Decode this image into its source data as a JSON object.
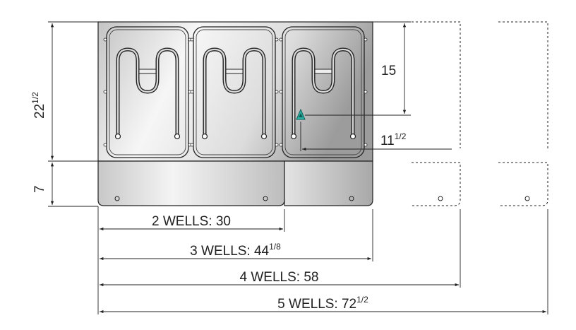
{
  "drawing": {
    "height_main": {
      "whole": "22",
      "frac": "1/2"
    },
    "height_front": "7",
    "element_depth": "15",
    "element_offset": {
      "whole": "11",
      "frac": "1/2"
    },
    "widths": [
      {
        "label": "2 WELLS: 30",
        "frac": ""
      },
      {
        "label": "3 WELLS: 44",
        "frac": "1/8"
      },
      {
        "label": "4 WELLS: 58",
        "frac": ""
      },
      {
        "label": "5 WELLS: 72",
        "frac": "1/2"
      }
    ],
    "well_count_solid": 3,
    "well_count_dashed": 2,
    "colors": {
      "line": "#1a1a1a",
      "panel_light": "#f2f2f2",
      "panel_dark": "#b4b4b4",
      "probe": "#2bb5a8"
    }
  }
}
